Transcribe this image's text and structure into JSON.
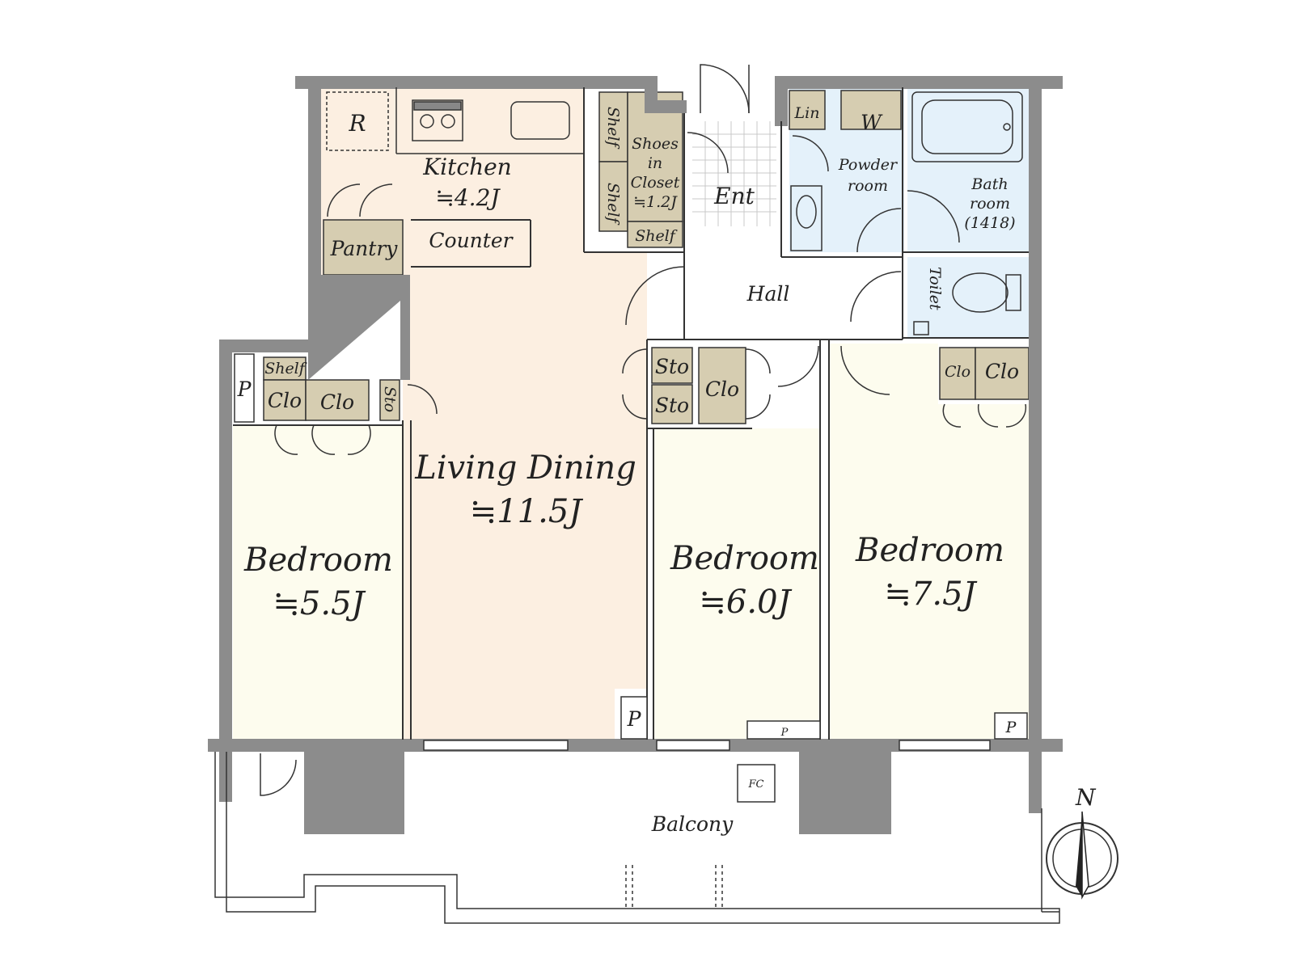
{
  "colors": {
    "wall": "#8c8c8c",
    "living_kitchen": "#fcefe1",
    "bedroom": "#fdfcee",
    "storage": "#d6cdb1",
    "wet_area": "#e4f1fa",
    "hall": "#ffffff",
    "balcony": "#ffffff",
    "text": "#222222"
  },
  "rooms": {
    "kitchen": {
      "name": "Kitchen",
      "area": "≒4.2J"
    },
    "living_dining": {
      "name": "Living Dining",
      "area": "≒11.5J"
    },
    "bedroom_west": {
      "name": "Bedroom",
      "area": "≒5.5J"
    },
    "bedroom_center": {
      "name": "Bedroom",
      "area": "≒6.0J"
    },
    "bedroom_east": {
      "name": "Bedroom",
      "area": "≒7.5J"
    },
    "entrance": {
      "name": "Ent"
    },
    "hall": {
      "name": "Hall"
    },
    "powder_room": {
      "line1": "Powder",
      "line2": "room"
    },
    "bathroom": {
      "line1": "Bath",
      "line2": "room",
      "line3": "(1418)"
    },
    "toilet": {
      "name": "Toilet"
    },
    "balcony": {
      "name": "Balcony"
    },
    "shoes_closet": {
      "line1": "Shoes",
      "line2": "in",
      "line3": "Closet",
      "line4": "≒1.2J"
    }
  },
  "fixtures": {
    "refrigerator": "R",
    "washer": "W",
    "counter": "Counter",
    "pantry": "Pantry",
    "linen": "Lin",
    "shelf": "Shelf",
    "closet": "Clo",
    "storage": "Sto",
    "pipe_space": "P",
    "fire_cabinet": "FC"
  },
  "compass": {
    "north_label": "N"
  }
}
